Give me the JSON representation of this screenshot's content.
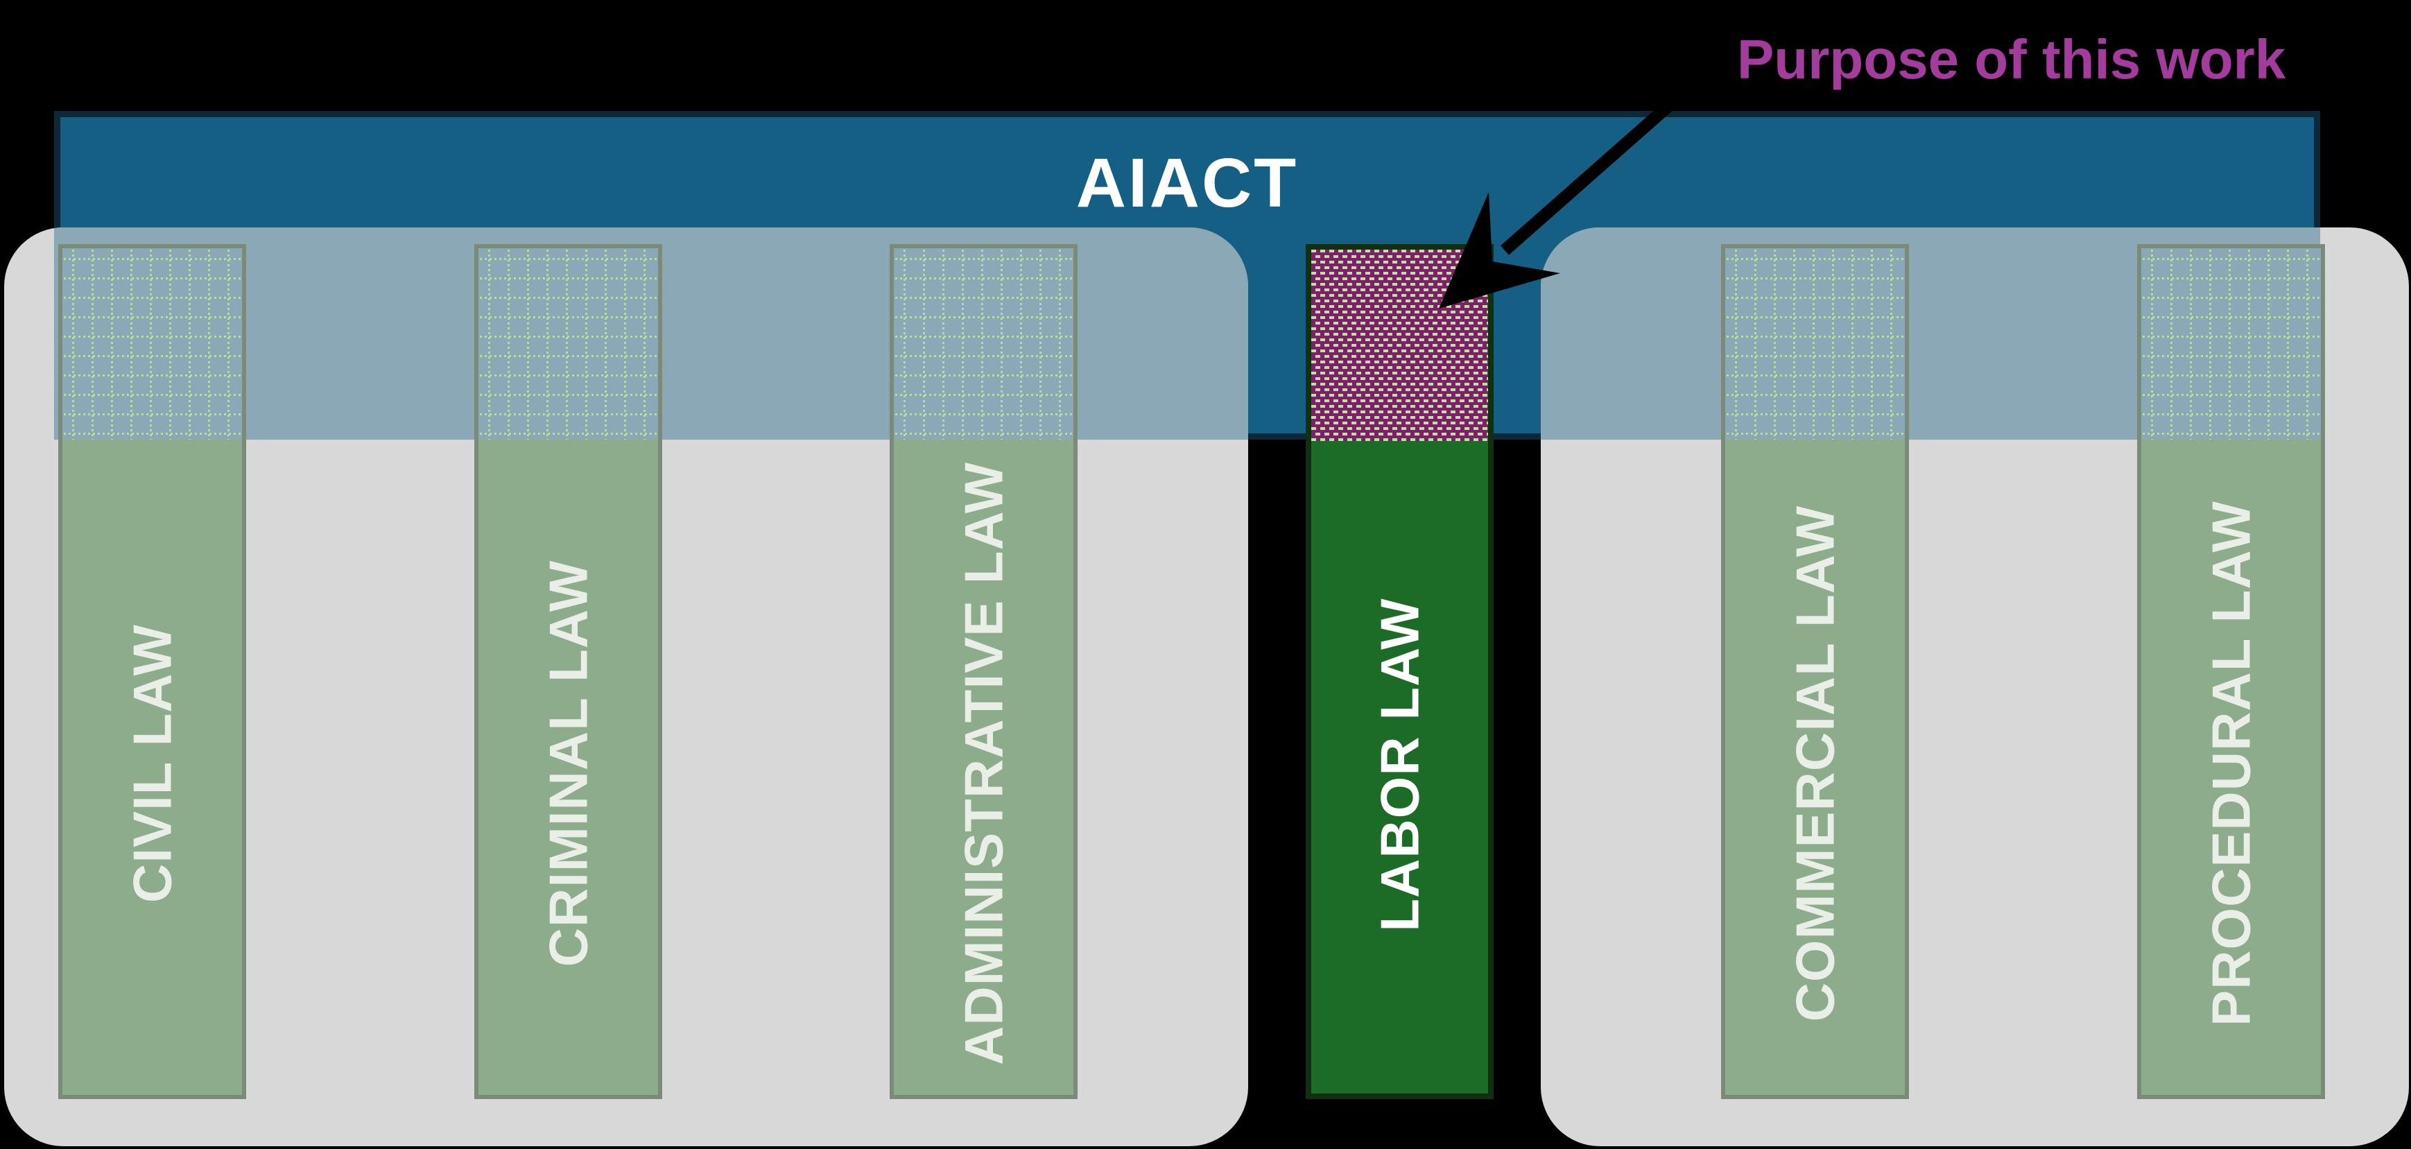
{
  "banner": {
    "title": "AIACT"
  },
  "annotation": {
    "label": "Purpose of this work"
  },
  "columns": [
    {
      "label": "CIVIL LAW",
      "highlighted": false
    },
    {
      "label": "CRIMINAL LAW",
      "highlighted": false
    },
    {
      "label": "ADMINISTRATIVE LAW",
      "highlighted": false
    },
    {
      "label": "LABOR LAW",
      "highlighted": true
    },
    {
      "label": "COMMERCIAL LAW",
      "highlighted": false
    },
    {
      "label": "PROCEDURAL LAW",
      "highlighted": false
    }
  ],
  "colors": {
    "background": "#000000",
    "banner_fill": "#155f84",
    "banner_border": "#0d2838",
    "banner_text": "#ffffff",
    "panel": "#d8d8d8",
    "tint": "#8ba8b6",
    "column_green": "#8dac8c",
    "column_border": "#7b8b79",
    "labor_green": "#1c6b26",
    "labor_border": "#11300f",
    "purple": "#7c2168",
    "pattern_dash": "#bfe0a6",
    "pattern_dot": "#b9dba4",
    "label_text": "#e9efe7",
    "labor_label_text": "#ffffff",
    "annotation": "#a43c9d",
    "arrow": "#000000"
  }
}
